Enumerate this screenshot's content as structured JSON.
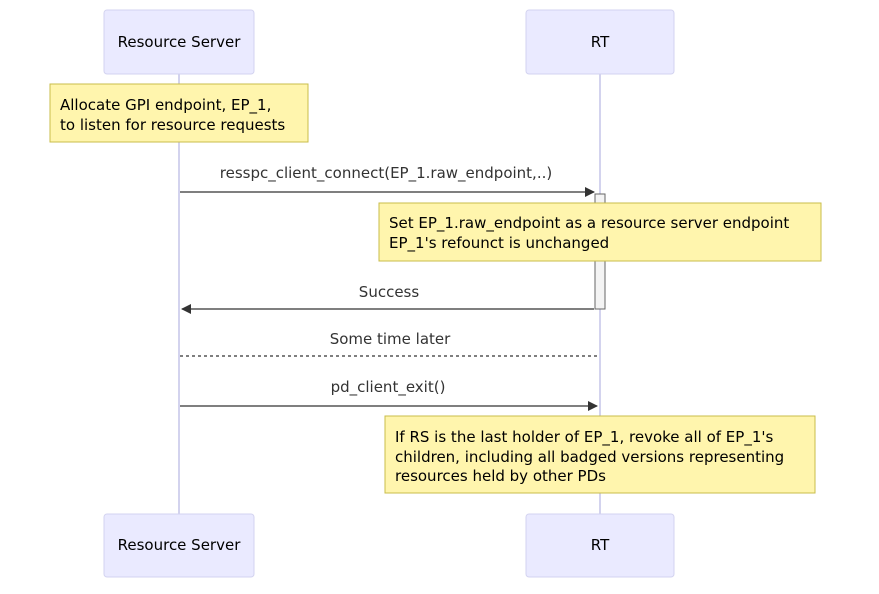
{
  "participants": {
    "resource_server": "Resource Server",
    "rt": "RT"
  },
  "notes": {
    "allocate": {
      "line1": "Allocate GPI endpoint, EP_1,",
      "line2": "to listen for resource requests"
    },
    "set_endpoint": {
      "line1": "Set EP_1.raw_endpoint as a resource server endpoint",
      "line2": "EP_1's refounct is unchanged"
    },
    "revoke": {
      "line1": "If RS is the last holder of EP_1, revoke all of EP_1's",
      "line2": "children, including all badged versions representing",
      "line3": "resources held by other PDs"
    }
  },
  "messages": {
    "connect": "resspc_client_connect(EP_1.raw_endpoint,..)",
    "success": "Success",
    "later": "Some time later",
    "exit": "pd_client_exit()"
  }
}
